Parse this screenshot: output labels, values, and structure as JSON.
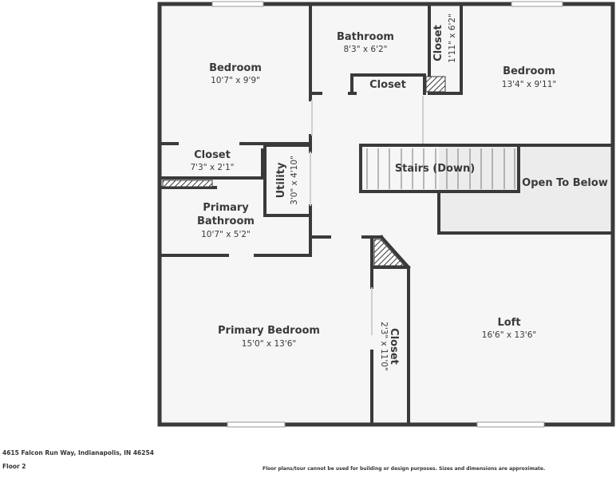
{
  "rooms": {
    "bedroom_nw": {
      "name": "Bedroom",
      "dims": "10'7\" x 9'9\""
    },
    "bathroom": {
      "name": "Bathroom",
      "dims": "8'3\" x 6'2\""
    },
    "closet_ne_small": {
      "name": "Closet",
      "dims": "1'11\" x 6'2\""
    },
    "bedroom_ne": {
      "name": "Bedroom",
      "dims": "13'4\" x 9'11\""
    },
    "closet_hall": {
      "name": "Closet"
    },
    "closet_w": {
      "name": "Closet",
      "dims": "7'3\" x 2'1\""
    },
    "utility": {
      "name": "Utility",
      "dims": "3'0\" x 4'10\""
    },
    "stairs": {
      "name": "Stairs (Down)"
    },
    "open_below": {
      "name": "Open To Below"
    },
    "primary_bath": {
      "name_line1": "Primary",
      "name_line2": "Bathroom",
      "dims": "10'7\" x 5'2\""
    },
    "primary_bed": {
      "name": "Primary Bedroom",
      "dims": "15'0\" x 13'6\""
    },
    "closet_primary": {
      "name": "Closet",
      "dims": "2'3\" x 11'0\""
    },
    "loft": {
      "name": "Loft",
      "dims": "16'6\" x 13'6\""
    }
  },
  "footer": {
    "address": "4615 Falcon Run Way, Indianapolis, IN 46254",
    "floor": "Floor 2",
    "disclaimer": "Floor plans/tour cannot be used for building or design purposes. Sizes and dimensions are approximate."
  },
  "colors": {
    "wall": "#3a3a3a",
    "floor": "#f6f6f6",
    "open_below": "#ececec"
  }
}
